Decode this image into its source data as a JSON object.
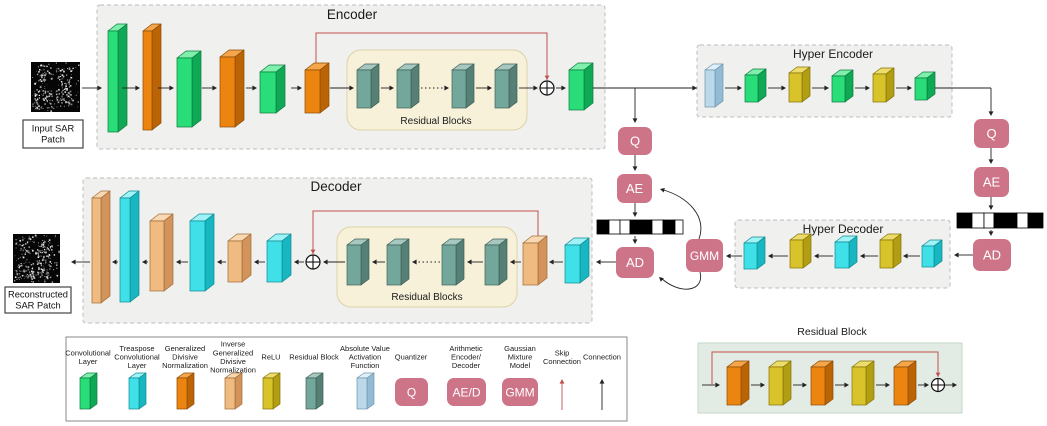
{
  "palette": {
    "conv": {
      "front": "#29DD78",
      "top": "#7EF0AC",
      "side": "#0FA855",
      "edge": "#0B7A3E"
    },
    "transpose": {
      "front": "#40E0E8",
      "top": "#9FF2F6",
      "side": "#17B6C0",
      "edge": "#0E8A92"
    },
    "gdn": {
      "front": "#EC8410",
      "top": "#F5A54A",
      "side": "#BB6406",
      "edge": "#8A4A05"
    },
    "igdn": {
      "front": "#F0BB81",
      "top": "#F8D9B3",
      "side": "#D2945A",
      "edge": "#A06A38"
    },
    "relu": {
      "front": "#D9C32B",
      "top": "#EBDC6B",
      "side": "#B29E13",
      "edge": "#857307"
    },
    "res": {
      "front": "#74A79B",
      "top": "#A6C8BF",
      "side": "#567F75",
      "edge": "#3E5F57"
    },
    "abs": {
      "front": "#BCD9EA",
      "top": "#DFF0F8",
      "side": "#93BCD4",
      "edge": "#6E94AC"
    },
    "node_pink": "#CE7488",
    "node_text": "#FFFFFF",
    "skip_red": "#C0504D",
    "line": "#222222",
    "region_fill": "#F0F0EF",
    "region_edge": "#BDBDBD",
    "resblocks_fill": "#F7F1DA",
    "resblocks_edge": "#DDD2A6",
    "detail_fill": "#E2ECE4",
    "detail_edge": "#C6D6C9"
  },
  "sections": {
    "encoder": {
      "title": "Encoder"
    },
    "decoder": {
      "title": "Decoder"
    },
    "hyper_encoder": {
      "title": "Hyper Encoder"
    },
    "hyper_decoder": {
      "title": "Hyper Decoder"
    },
    "residual_blocks": {
      "label": "Residual Blocks"
    },
    "residual_block_detail": {
      "title": "Residual Block"
    }
  },
  "io": {
    "input_label_lines": [
      "Input SAR",
      "Patch"
    ],
    "reconstructed_label_lines": [
      "Reconstructed",
      "SAR Patch"
    ]
  },
  "nodes": {
    "quantizer": "Q",
    "arith_encoder": "AE",
    "arith_decoder": "AD",
    "gmm": "GMM",
    "arith_enc_dec": "AE/D"
  },
  "bitstreams": {
    "main": [
      [
        "b",
        12
      ],
      [
        "w",
        11
      ],
      [
        "w",
        10
      ],
      [
        "b",
        22
      ],
      [
        "w",
        11
      ],
      [
        "b",
        12
      ],
      [
        "w",
        8
      ]
    ],
    "hyper": [
      [
        "b",
        15
      ],
      [
        "w",
        12
      ],
      [
        "w",
        10
      ],
      [
        "b",
        23
      ],
      [
        "w",
        11
      ],
      [
        "b",
        15
      ]
    ]
  },
  "block_sequences": {
    "encoder_main": [
      "conv",
      "gdn",
      "conv",
      "gdn",
      "conv",
      "gdn"
    ],
    "encoder_residual": [
      "res",
      "res",
      "res",
      "res"
    ],
    "encoder_out": [
      "conv"
    ],
    "hyper_encoder": [
      "abs",
      "conv",
      "relu",
      "conv",
      "relu",
      "conv"
    ],
    "hyper_decoder": [
      "transpose",
      "relu",
      "transpose",
      "relu",
      "transpose"
    ],
    "decoder_in": [
      "transpose",
      "igdn"
    ],
    "decoder_residual": [
      "res",
      "res",
      "res",
      "res"
    ],
    "decoder_main": [
      "transpose",
      "igdn",
      "transpose",
      "igdn",
      "transpose",
      "igdn"
    ],
    "residual_block_detail": [
      "gdn",
      "relu",
      "gdn",
      "relu",
      "gdn"
    ]
  },
  "legend": {
    "items": [
      {
        "name": "conv",
        "kind": "block",
        "lines": [
          "Convolutional",
          "Layer"
        ]
      },
      {
        "name": "transpose",
        "kind": "block",
        "lines": [
          "Treaspose",
          "Convolutional",
          "Layer"
        ]
      },
      {
        "name": "gdn",
        "kind": "block",
        "lines": [
          "Generalized",
          "Divisive",
          "Normalization"
        ]
      },
      {
        "name": "igdn",
        "kind": "block",
        "lines": [
          "Inverse",
          "Generalized",
          "Divisive",
          "Normalization"
        ]
      },
      {
        "name": "relu",
        "kind": "block",
        "lines": [
          "ReLU"
        ]
      },
      {
        "name": "res",
        "kind": "block",
        "lines": [
          "Residual Block"
        ]
      },
      {
        "name": "abs",
        "kind": "block",
        "lines": [
          "Absolute Value",
          "Activation",
          "Function"
        ]
      },
      {
        "name": "quantizer",
        "kind": "badge",
        "text": "Q",
        "lines": [
          "Quantizer"
        ]
      },
      {
        "name": "arith_enc_dec",
        "kind": "badge",
        "text": "AE/D",
        "lines": [
          "Arithmetic",
          "Encoder/",
          "Decoder"
        ]
      },
      {
        "name": "gmm",
        "kind": "badge",
        "text": "GMM",
        "lines": [
          "Gaussian",
          "Mixture",
          "Model"
        ]
      },
      {
        "name": "skip",
        "kind": "arrow",
        "color": "skip_red",
        "lines": [
          "Skip",
          "Connection"
        ]
      },
      {
        "name": "connection",
        "kind": "arrow",
        "color": "line",
        "lines": [
          "Connection"
        ]
      }
    ]
  }
}
